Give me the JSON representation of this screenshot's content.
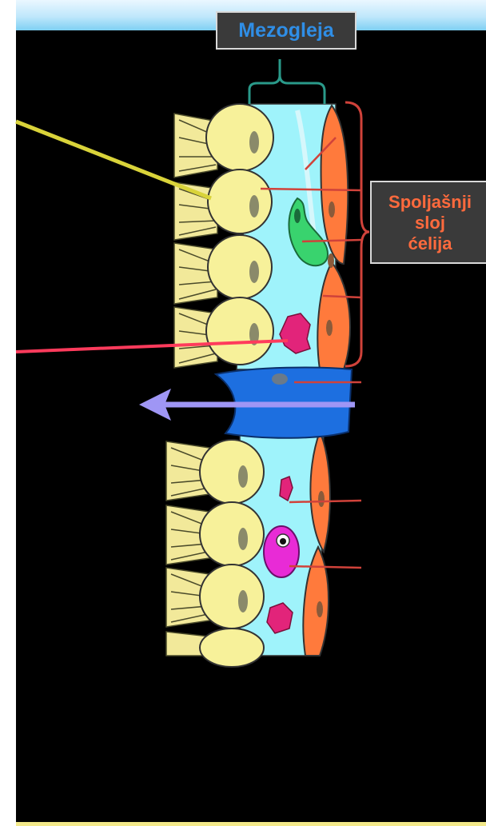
{
  "labels": {
    "mezogleja": "Mezogleja",
    "outer_layer": [
      "Spoljašnji",
      "sloj",
      "ćelija"
    ]
  },
  "colors": {
    "background": "#000000",
    "header_gradient": "#7fd0f3",
    "label_box": "#3a3a3a",
    "mezogleja_text": "#2f8ee6",
    "outer_layer_text": "#ff6a3d",
    "inner_cells": "#f7f19a",
    "cilia": "#f2e99a",
    "mesoglea": "#9ff3fb",
    "outer_cells": "#ff7a3c",
    "green_cell": "#39d36e",
    "pink_cells": "#e2247a",
    "magenta_cell": "#e82bd6",
    "blue_cell": "#1d6fe0",
    "arrow_purple": "#9f96f5",
    "pointer_yellow": "#d9d33a",
    "pointer_red": "#ff3b5c",
    "leader_lines": "#d0423a",
    "bracket_teal": "#2a9a8a"
  },
  "icons": [
    "left-arrow-icon"
  ]
}
